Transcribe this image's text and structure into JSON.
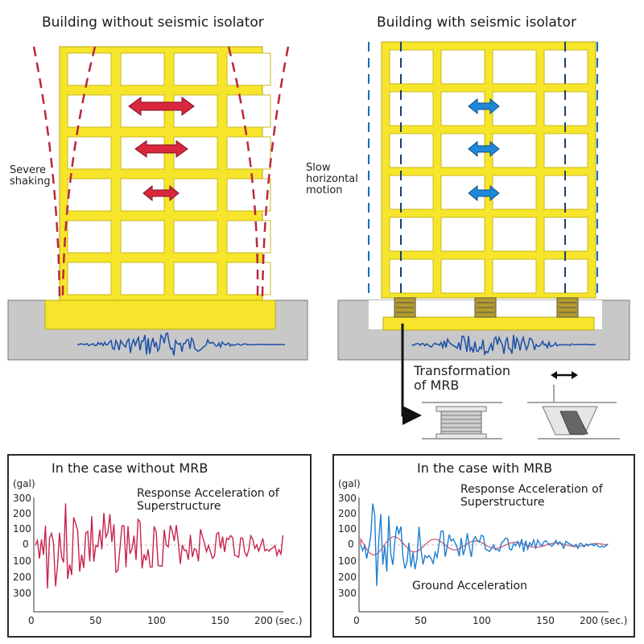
{
  "diagram": {
    "left_title": "Building without seismic isolator",
    "right_title": "Building with seismic isolator",
    "left_side_label": "Severe\nshaking",
    "right_side_label": "Slow\nhorizontal\nmotion",
    "transformation_label": "Transformation\nof MRB",
    "colors": {
      "frame_yellow": "#f6e52a",
      "ground_gray": "#c8c8c8",
      "red_arrow": "#d9283d",
      "blue_arrow": "#1f88d8",
      "red_dash": "#b8283d",
      "blue_dash": "#1a6bb5",
      "wave_blue": "#1b4fa8"
    }
  },
  "graphs": [
    {
      "title": "In the case without MRB",
      "y_unit": "(gal)",
      "y_ticks": [
        "300",
        "200",
        "100",
        "0",
        "100",
        "200",
        "300"
      ],
      "x_ticks": [
        "0",
        "50",
        "100",
        "150",
        "200"
      ],
      "x_unit": "(sec.)",
      "labels": [
        "Response Acceleration of\nSuperstructure"
      ]
    },
    {
      "title": "In the case with MRB",
      "y_unit": "(gal)",
      "y_ticks": [
        "300",
        "200",
        "100",
        "0",
        "100",
        "200",
        "300"
      ],
      "x_ticks": [
        "0",
        "50",
        "100",
        "150",
        "200"
      ],
      "x_unit": "(sec.)",
      "labels": [
        "Response Acceleration of\nSuperstructure",
        "Ground Acceleration"
      ]
    }
  ]
}
